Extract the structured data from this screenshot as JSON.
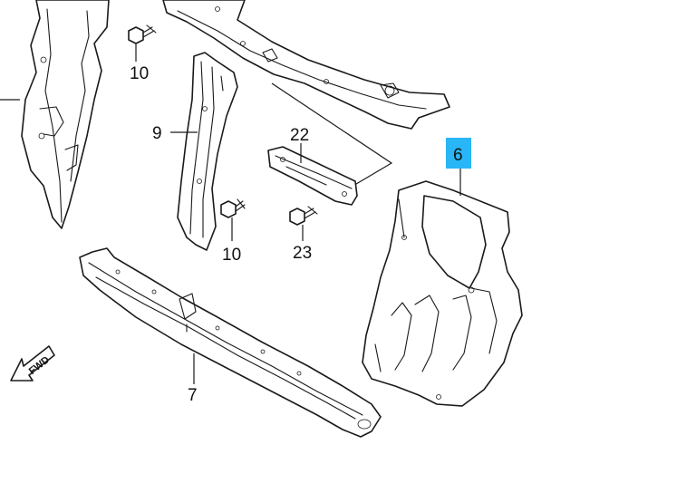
{
  "callouts": {
    "part_6": "6",
    "part_7": "7",
    "part_9": "9",
    "part_10_top": "10",
    "part_10_mid": "10",
    "part_22": "22",
    "part_23": "23"
  },
  "direction_label": "FWD",
  "highlight_color": "#29b6f6"
}
